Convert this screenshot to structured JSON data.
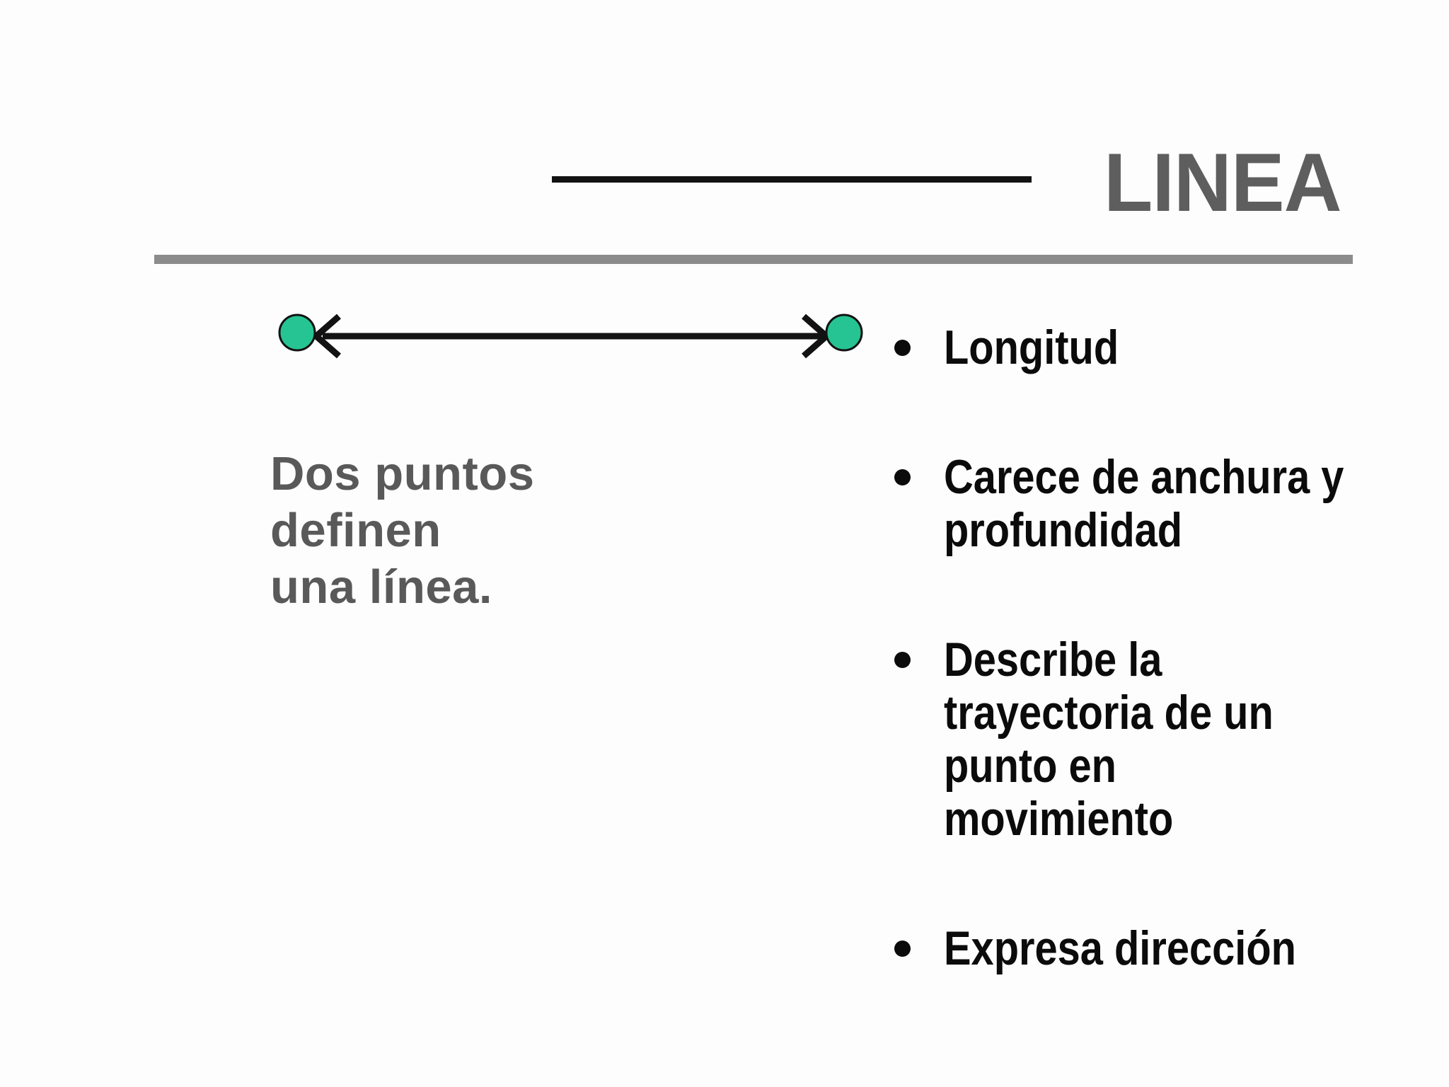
{
  "slide": {
    "title": "LINEA",
    "colors": {
      "title_gray": "#5e5e5e",
      "divider_gray": "#8c8c8c",
      "body_gray": "#595959",
      "bullet_black": "#0b0b0b",
      "line_black": "#121212",
      "dot_green": "#26c492",
      "bg": "#fdfdfd"
    },
    "caption": {
      "lines": [
        "Dos puntos",
        "definen",
        "una línea."
      ]
    },
    "diagram": {
      "description": "two endpoint dots joined by a double-headed arrow"
    },
    "bullets": [
      {
        "lines": [
          "Longitud"
        ]
      },
      {
        "lines": [
          "Carece de anchura y",
          "profundidad"
        ]
      },
      {
        "lines": [
          "Describe la",
          "trayectoria de un",
          "punto en",
          "movimiento"
        ]
      },
      {
        "lines": [
          "Expresa dirección"
        ]
      }
    ]
  }
}
